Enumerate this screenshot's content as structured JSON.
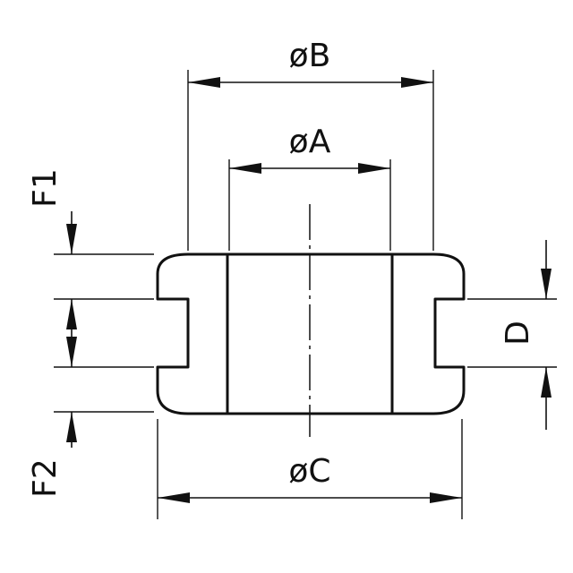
{
  "labels": {
    "dia_b": "øB",
    "dia_a": "øA",
    "dia_c": "øC",
    "f1": "F1",
    "f2": "F2",
    "d": "D"
  }
}
